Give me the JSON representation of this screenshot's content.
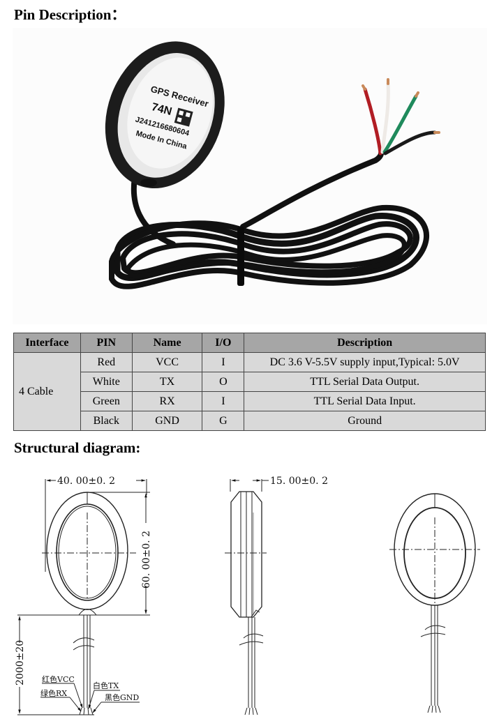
{
  "pin_section": {
    "heading": "Pin Description："
  },
  "photo": {
    "label_line1": "GPS Receiver",
    "label_line2": "74N",
    "label_line3": "J241216680604",
    "label_line4": "Mode In China",
    "wire_colors": {
      "red": "#b11d24",
      "white": "#f4f2ef",
      "green": "#1f8a5c",
      "black": "#1a1a1a",
      "copper": "#c98a5a"
    }
  },
  "pin_table": {
    "headers": [
      "Interface",
      "PIN",
      "Name",
      "I/O",
      "Description"
    ],
    "interface": "4 Cable",
    "rows": [
      {
        "pin": "Red",
        "name": "VCC",
        "io": "I",
        "description": "DC 3.6 V-5.5V supply input,Typical: 5.0V"
      },
      {
        "pin": "White",
        "name": "TX",
        "io": "O",
        "description": "TTL Serial Data Output."
      },
      {
        "pin": "Green",
        "name": "RX",
        "io": "I",
        "description": "TTL Serial Data Input."
      },
      {
        "pin": "Black",
        "name": "GND",
        "io": "G",
        "description": "Ground"
      }
    ],
    "colors": {
      "header_bg": "#a6a6a6",
      "cell_bg": "#d9d9d9",
      "border": "#444444"
    }
  },
  "structural_section": {
    "heading": "Structural diagram:",
    "dim_width": "40. 00±0. 2",
    "dim_height": "60. 00±0. 2",
    "dim_thickness": "15. 00±0. 2",
    "dim_cable": "2000±20",
    "wire_labels": {
      "red_vcc": "红色VCC",
      "white_tx": "白色TX",
      "green_rx": "绿色RX",
      "black_gnd": "黑色GND"
    }
  }
}
